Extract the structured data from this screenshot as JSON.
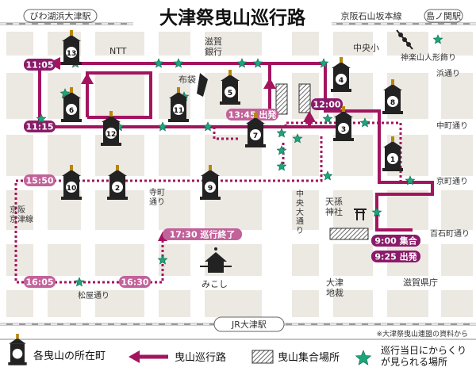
{
  "map": {
    "title": "大津祭曳山巡行路",
    "colors": {
      "route": "#a3145f",
      "time_label": "#8b1a6b",
      "star": "#1fa37a",
      "block": "#ece8e2",
      "road": "#ffffff"
    },
    "stations": {
      "top_left": "びわ湖浜大津駅",
      "top_mid": "京阪石山坂本線",
      "top_right": "島ノ関駅",
      "bottom": "JR大津駅"
    },
    "places": {
      "ntt": "NTT",
      "shiga_bank": "滋賀\n銀行",
      "chuo_sho": "中央小",
      "kagura": "神楽山人形飾り",
      "fukuro": "布袋",
      "tenson": "天孫\n神社",
      "mikoshi": "みこし",
      "pref_office": "滋賀県庁",
      "court": "大津\n地裁"
    },
    "streets": {
      "hama": "浜通り",
      "nakamachi": "中町通り",
      "kyomachi": "京町通り",
      "hyakkoku": "百石町通り",
      "teramachi": "寺町\n通り",
      "chuo_odori": "中央大通り",
      "keihan_kyotsu": "京阪\n京津線",
      "matsuya": "松屋通り"
    },
    "times": [
      {
        "id": "t1105",
        "text": "11:05"
      },
      {
        "id": "t1115",
        "text": "11:15"
      },
      {
        "id": "t1550",
        "text": "15:50"
      },
      {
        "id": "t1605",
        "text": "16:05"
      },
      {
        "id": "t1630",
        "text": "16:30"
      },
      {
        "id": "t1200",
        "text": "12:00"
      },
      {
        "id": "t1345",
        "text": "13:45 出発"
      },
      {
        "id": "t1730",
        "text": "17:30 巡行終了"
      },
      {
        "id": "t0900",
        "text": "9:00 集合"
      },
      {
        "id": "t0925",
        "text": "9:25 出発"
      }
    ],
    "floats": [
      "1",
      "2",
      "3",
      "4",
      "5",
      "6",
      "7",
      "8",
      "9",
      "10",
      "11",
      "12",
      "13"
    ],
    "credit": "※大津祭曳山連盟の資料から"
  },
  "legend": {
    "float_location": "各曳山の所在町",
    "route": "曳山巡行路",
    "assembly": "曳山集合場所",
    "karakuri": "巡行当日にからくり\nが見られる場所"
  }
}
